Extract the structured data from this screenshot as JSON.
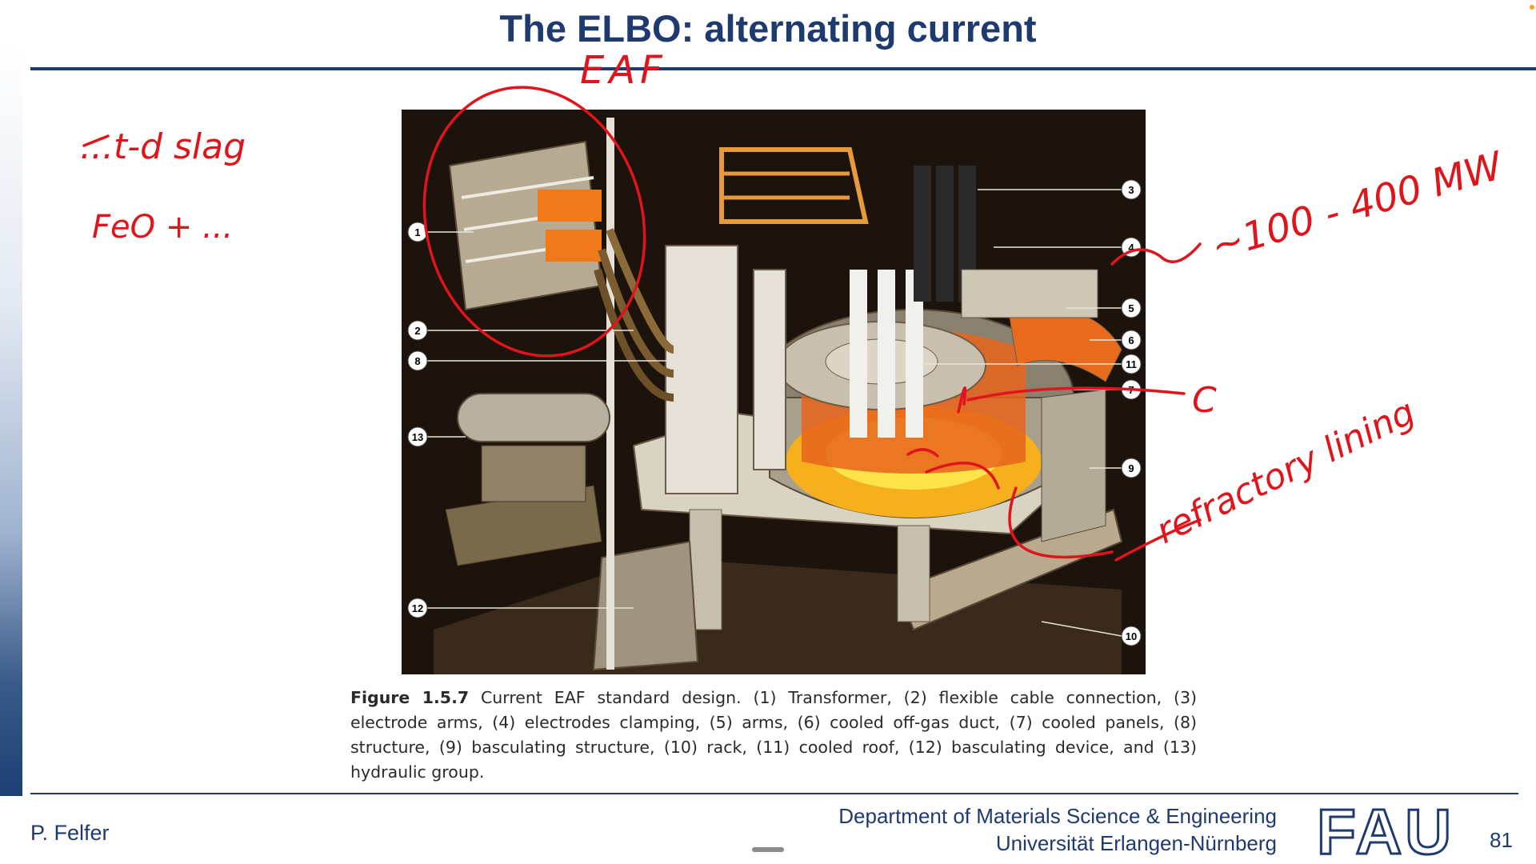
{
  "slide": {
    "title": "The ELBO: alternating current",
    "page_number": "81"
  },
  "figure": {
    "callouts": [
      "1",
      "2",
      "3",
      "4",
      "5",
      "6",
      "7",
      "8",
      "9",
      "10",
      "11",
      "12",
      "13"
    ],
    "caption_label": "Figure 1.5.7",
    "caption_text": " Current EAF standard design. (1) Transformer, (2) flexible cable connection, (3) electrode arms, (4) electrodes clamping, (5) arms, (6) cooled off-gas duct, (7) cooled panels, (8) structure, (9) basculating structure, (10) rack, (11) cooled roof, (12) basculating device, and (13) hydraulic group."
  },
  "footer": {
    "author": "P. Felfer",
    "department_line1": "Department of Materials Science & Engineering",
    "department_line2": "Universität Erlangen-Nürnberg",
    "logo_text": "FAU"
  },
  "annotations": {
    "eaf": "EAF",
    "slag": "...t-d slag",
    "feo": "FeO + ...",
    "power": "~100 - 400 MW",
    "carbon": "C",
    "lining": "refractory lining"
  },
  "colors": {
    "brand": "#1f3a6e",
    "ink": "#e0151b",
    "figure_background": "#1c130c"
  }
}
